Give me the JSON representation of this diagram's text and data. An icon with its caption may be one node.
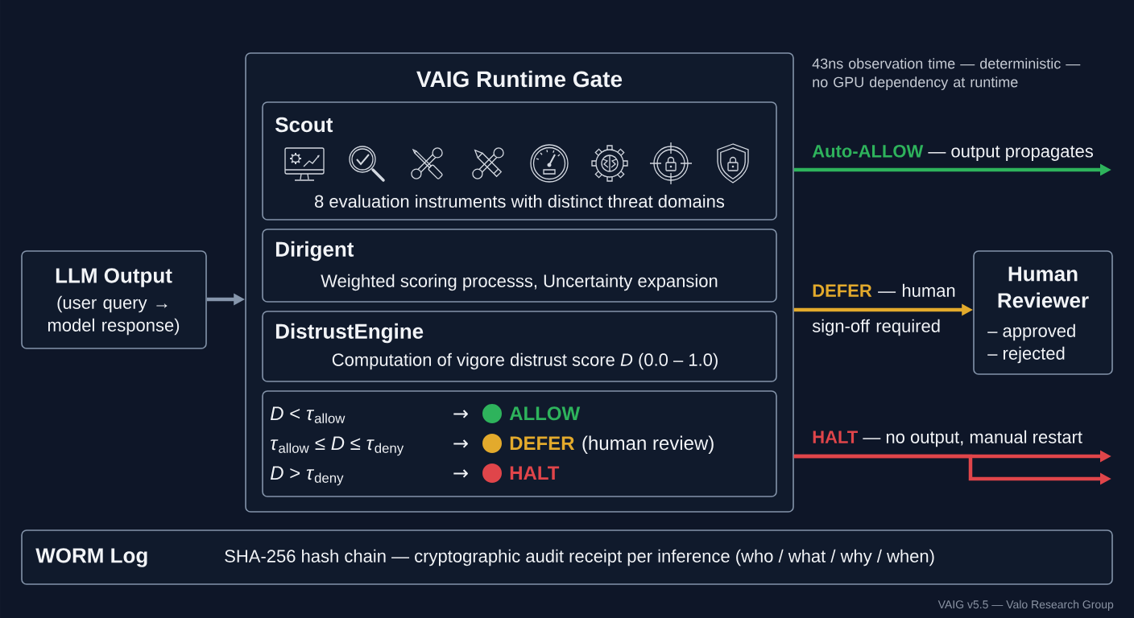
{
  "diagram": {
    "nodes": [
      {
        "text": [
          "LLM Output",
          "(user query → model response)"
        ]
      },
      {
        "text": [
          "VAIG Runtime Gate"
        ]
      },
      {
        "text": [
          "Scout",
          "8 evaluation instruments with distinct threat domains"
        ],
        "in": 1
      },
      {
        "text": [
          "Dirigent",
          "Weighted scoring processs, Uncertainty expansion"
        ],
        "in": 1
      },
      {
        "text": [
          "DistrustEngine",
          "Computation of vigore distrust score *D* (0.0 – 1.0)"
        ],
        "in": 1
      },
      {
        "text": [
          "*D* < *τ*$_{allow}$",
          "→",
          "ALLOW",
          "*τ*$_{allow}$ ≤ *D* ≤ *τ*$_{deny}$",
          "→",
          "DEFER",
          "(human review)",
          "*D* > *τ*$_{deny}$",
          "→",
          "HALT"
        ],
        "in": 1
      },
      {
        "text": [
          "Human Reviewer",
          "– approved",
          "– rejected"
        ]
      },
      {
        "text": [
          "WORM Log",
          "SHA-256 hash chain — cryptographic audit receipt per inference (who / what / why / when)"
        ]
      }
    ],
    "edges": [
      {
        "from": 0,
        "to": 1,
        "arrow": "to",
        "color": "#8696ac"
      },
      {
        "from": 1,
        "to": null,
        "arrow": "to",
        "label": "**Auto-ALLOW** — output propagates",
        "color": "#2eb35c"
      },
      {
        "from": 1,
        "to": 6,
        "arrow": "to",
        "label": "**DEFER** — human sign-off required",
        "color": "#e3aa2c"
      },
      {
        "from": 1,
        "to": null,
        "arrow": "to",
        "label": "**HALT** — no output, manual restart",
        "color": "#e0454a"
      },
      {
        "from": 1,
        "to": null,
        "arrow": "to",
        "color": "#e0454a"
      }
    ],
    "labels": [
      "43ns observation time — deterministic — no GPU dependency at runtime",
      "VAIG v5.5 — Valo Research Group"
    ]
  }
}
